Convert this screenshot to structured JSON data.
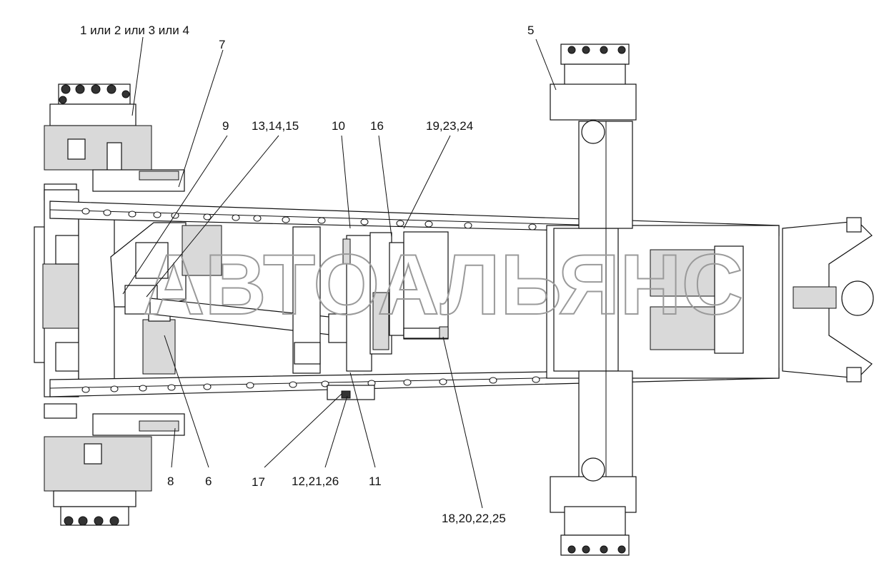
{
  "watermark": "АВТОАЛЬЯНС",
  "callouts": {
    "c1": "1 или 2 или 3 или 4",
    "c5": "5",
    "c7": "7",
    "c9": "9",
    "c13": "13,14,15",
    "c10": "10",
    "c16": "16",
    "c19": "19,23,24",
    "c8": "8",
    "c6": "6",
    "c17": "17",
    "c12": "12,21,26",
    "c11": "11",
    "c18": "18,20,22,25"
  }
}
